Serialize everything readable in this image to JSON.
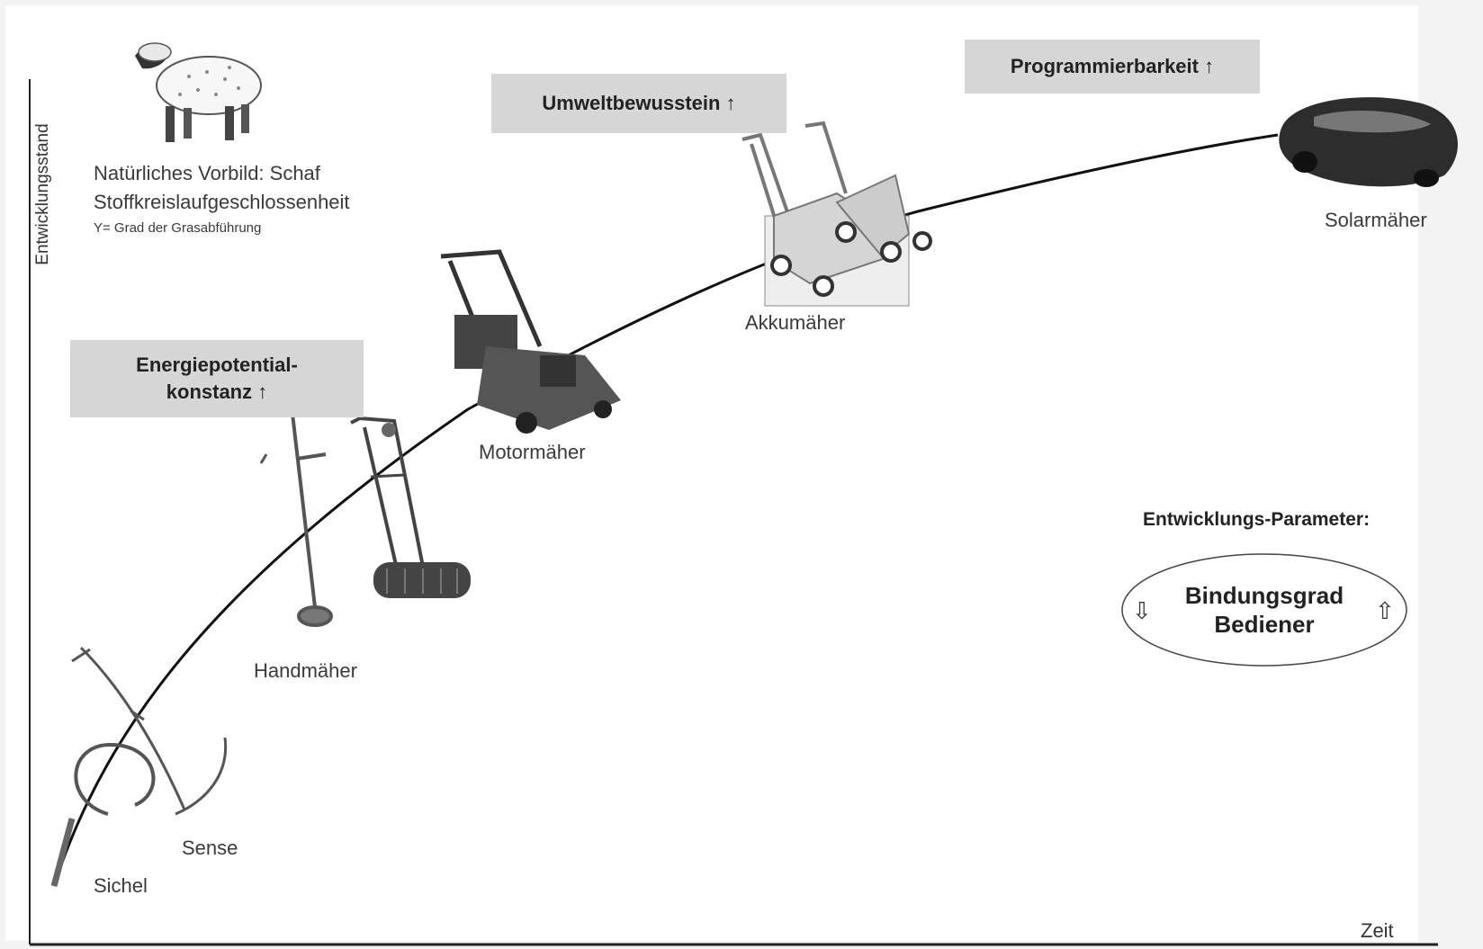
{
  "axes": {
    "y_label": "Entwicklungsstand",
    "x_label": "Zeit"
  },
  "sheep_note": {
    "line1": "Natürliches Vorbild: Schaf",
    "line2": "Stoffkreislaufgeschlossenheit",
    "line3": "Y= Grad der Grasabführung"
  },
  "boxes": {
    "energy": "Energiepotential-\nkonstanz ↑",
    "umwelt": "Umweltbewusstein ↑",
    "program": "Programmierbarkeit ↑"
  },
  "stages": {
    "sichel": "Sichel",
    "sense": "Sense",
    "handmaeher": "Handmäher",
    "motormaeher": "Motormäher",
    "akkumaeher": "Akkumäher",
    "solarmaeher": "Solarmäher"
  },
  "parameters": {
    "title": "Entwicklungs-Parameter:",
    "ellipse_text": "Bindungsgrad\nBediener",
    "left_arrow": "⇩",
    "right_arrow": "⇧"
  },
  "icons": [
    "sheep-icon",
    "sickle-icon",
    "scythe-icon",
    "trimmer-icon",
    "reel-mower-icon",
    "motor-mower-icon",
    "battery-mower-icon",
    "solar-mower-icon"
  ]
}
